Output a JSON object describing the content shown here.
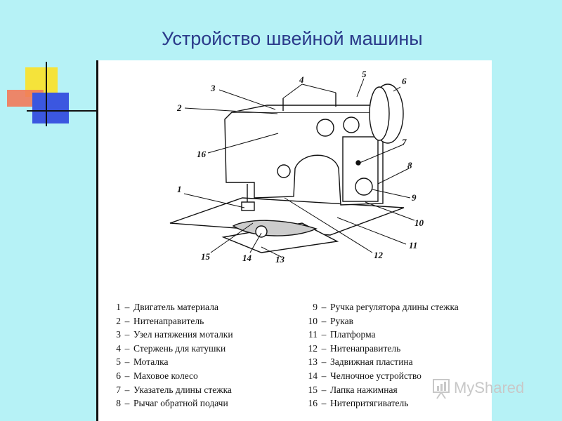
{
  "slide": {
    "title": "Устройство швейной машины",
    "background": "#b6f2f6",
    "title_color": "#2b3a8a"
  },
  "callouts": [
    "1",
    "2",
    "3",
    "4",
    "5",
    "6",
    "7",
    "8",
    "9",
    "10",
    "11",
    "12",
    "13",
    "14",
    "15",
    "16"
  ],
  "legend": {
    "left": [
      {
        "num": "1",
        "dash": "–",
        "text": "Двигатель материала"
      },
      {
        "num": "2",
        "dash": "–",
        "text": "Нитенаправитель"
      },
      {
        "num": "3",
        "dash": "–",
        "text": "Узел натяжения моталки"
      },
      {
        "num": "4",
        "dash": "–",
        "text": "Стержень для катушки"
      },
      {
        "num": "5",
        "dash": "–",
        "text": "Моталка"
      },
      {
        "num": "6",
        "dash": "–",
        "text": "Маховое колесо"
      },
      {
        "num": "7",
        "dash": "–",
        "text": "Указатель длины стежка"
      },
      {
        "num": "8",
        "dash": "–",
        "text": "Рычаг обратной подачи"
      }
    ],
    "right": [
      {
        "num": "9",
        "dash": "–",
        "text": "Ручка регулятора длины стежка"
      },
      {
        "num": "10",
        "dash": "–",
        "text": "Рукав"
      },
      {
        "num": "11",
        "dash": "–",
        "text": "Платформа"
      },
      {
        "num": "12",
        "dash": "–",
        "text": "Нитенаправитель"
      },
      {
        "num": "13",
        "dash": "–",
        "text": "Задвижная пластина"
      },
      {
        "num": "14",
        "dash": "–",
        "text": "Челночное устройство"
      },
      {
        "num": "15",
        "dash": "–",
        "text": "Лапка нажимная"
      },
      {
        "num": "16",
        "dash": "–",
        "text": "Нитепритягиватель"
      }
    ]
  },
  "watermark": {
    "text": "MyShared",
    "icon": "presentation-chart-icon"
  }
}
